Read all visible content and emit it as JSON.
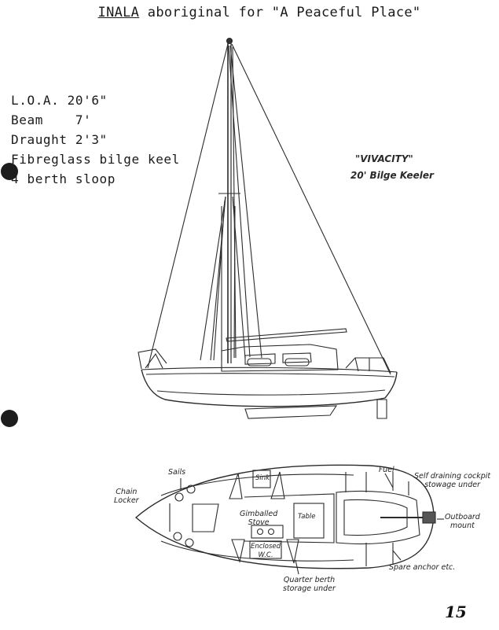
{
  "header": {
    "boat_name": "INALA",
    "subtitle": "aboriginal for \"A Peaceful Place\""
  },
  "specs": [
    "L.O.A. 20'6\"",
    "Beam    7'",
    "Draught 2'3\"",
    "Fibreglass bilge keel",
    "4 berth sloop"
  ],
  "sketch_caption": {
    "name": "\"VIVACITY\"",
    "description": "20' Bilge Keeler"
  },
  "plan_labels": {
    "chain_locker": [
      "Chain",
      "Locker"
    ],
    "sails": "Sails",
    "sink": "Sink",
    "table": "Table",
    "gimballed_stove": [
      "Gimballed",
      "Stove"
    ],
    "enclosed_wc": [
      "Enclosed",
      "W.C."
    ],
    "quarter_berth": [
      "Quarter berth",
      "storage under"
    ],
    "fuel": "Fuel",
    "self_draining_cockpit": [
      "Self draining cockpit",
      "stowage under"
    ],
    "outboard_mount": [
      "Outboard",
      "mount"
    ],
    "spare_anchor": "Spare anchor etc."
  },
  "page_number": "15"
}
